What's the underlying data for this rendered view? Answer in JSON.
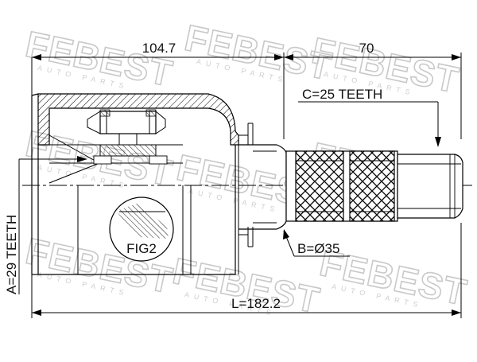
{
  "watermark": {
    "brand": "FEBEST",
    "sub": "AUTO PARTS"
  },
  "dimensions": {
    "total_length": "L=182.2",
    "housing_length": "104.7",
    "shaft_length": "70",
    "outer_teeth": "A=29 TEETH",
    "shaft_teeth": "C=25 TEETH",
    "shaft_diameter": "B=Ø35"
  },
  "figure": {
    "label": "FIG2"
  },
  "colors": {
    "line": "#000000",
    "watermark": "#c9c9c9",
    "background": "#ffffff"
  }
}
